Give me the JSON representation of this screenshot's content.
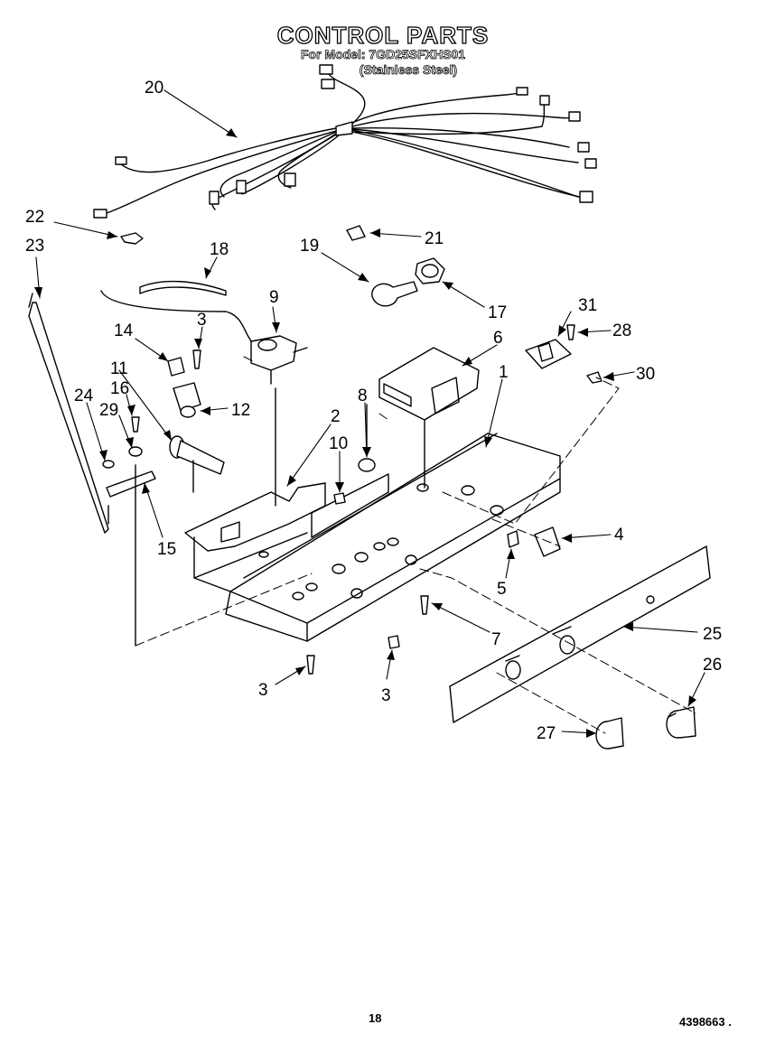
{
  "header": {
    "title": "CONTROL PARTS",
    "model": "For Model: 7GD25SFXHS01",
    "variant": "(Stainless Steel)"
  },
  "callouts": {
    "c1": "1",
    "c2": "2",
    "c3a": "3",
    "c3b": "3",
    "c3c": "3",
    "c4": "4",
    "c5": "5",
    "c6": "6",
    "c7": "7",
    "c8": "8",
    "c9": "9",
    "c10": "10",
    "c11": "11",
    "c12": "12",
    "c14": "14",
    "c15": "15",
    "c16": "16",
    "c17": "17",
    "c18": "18",
    "c19": "19",
    "c20": "20",
    "c21": "21",
    "c22": "22",
    "c23": "23",
    "c24": "24",
    "c25": "25",
    "c26": "26",
    "c27": "27",
    "c28": "28",
    "c29": "29",
    "c30": "30",
    "c31": "31"
  },
  "footer": {
    "page": "18",
    "doc_number": "4398663 ."
  }
}
